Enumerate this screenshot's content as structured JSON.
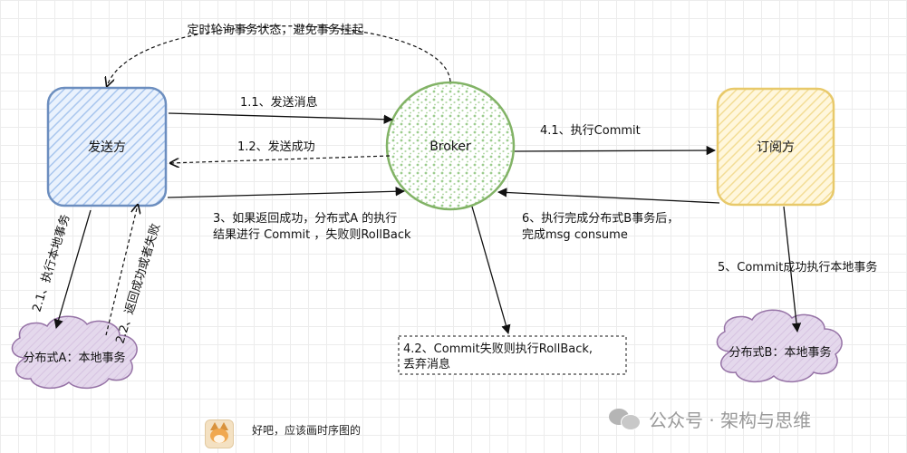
{
  "nodes": {
    "sender": "发送方",
    "broker": "Broker",
    "subscriber": "订阅方",
    "local_tx_a": "分布式A：本地事务",
    "local_tx_b": "分布式B：本地事务"
  },
  "edges": {
    "poll": "定时轮询事务状态，避免事务挂起",
    "send_msg": "1.1、发送消息",
    "send_ok": "1.2、发送成功",
    "commit_a_line1": "3、如果返回成功，分布式A 的执行",
    "commit_a_line2": "结果进行 Commit ，失败则RollBack",
    "exec_commit": "4.1、执行Commit",
    "consume_line1": "6、执行完成分布式B事务后，",
    "consume_line2": "完成msg consume",
    "exec_local_a": "2.1、执行本地事务",
    "return_result": "2.2、返回成功或者失败",
    "commit_local_b": "5、Commit成功执行本地事务",
    "rollback_line1": "4.2、Commit失败则执行RollBack,",
    "rollback_line2": "丢弃消息"
  },
  "caption": "好吧，应该画时序图的",
  "watermark": {
    "text": "公众号 · 架构与思维",
    "icon": "wechat-icon"
  },
  "colors": {
    "sender_stroke": "#6c8ebf",
    "sender_fill": "#dae8fc",
    "broker_stroke": "#82b366",
    "broker_fill": "#d5e8d4",
    "subscriber_stroke": "#d6b656",
    "subscriber_fill": "#fff2cc",
    "cloud_stroke": "#9673a6",
    "cloud_fill": "#e1d5e7"
  }
}
